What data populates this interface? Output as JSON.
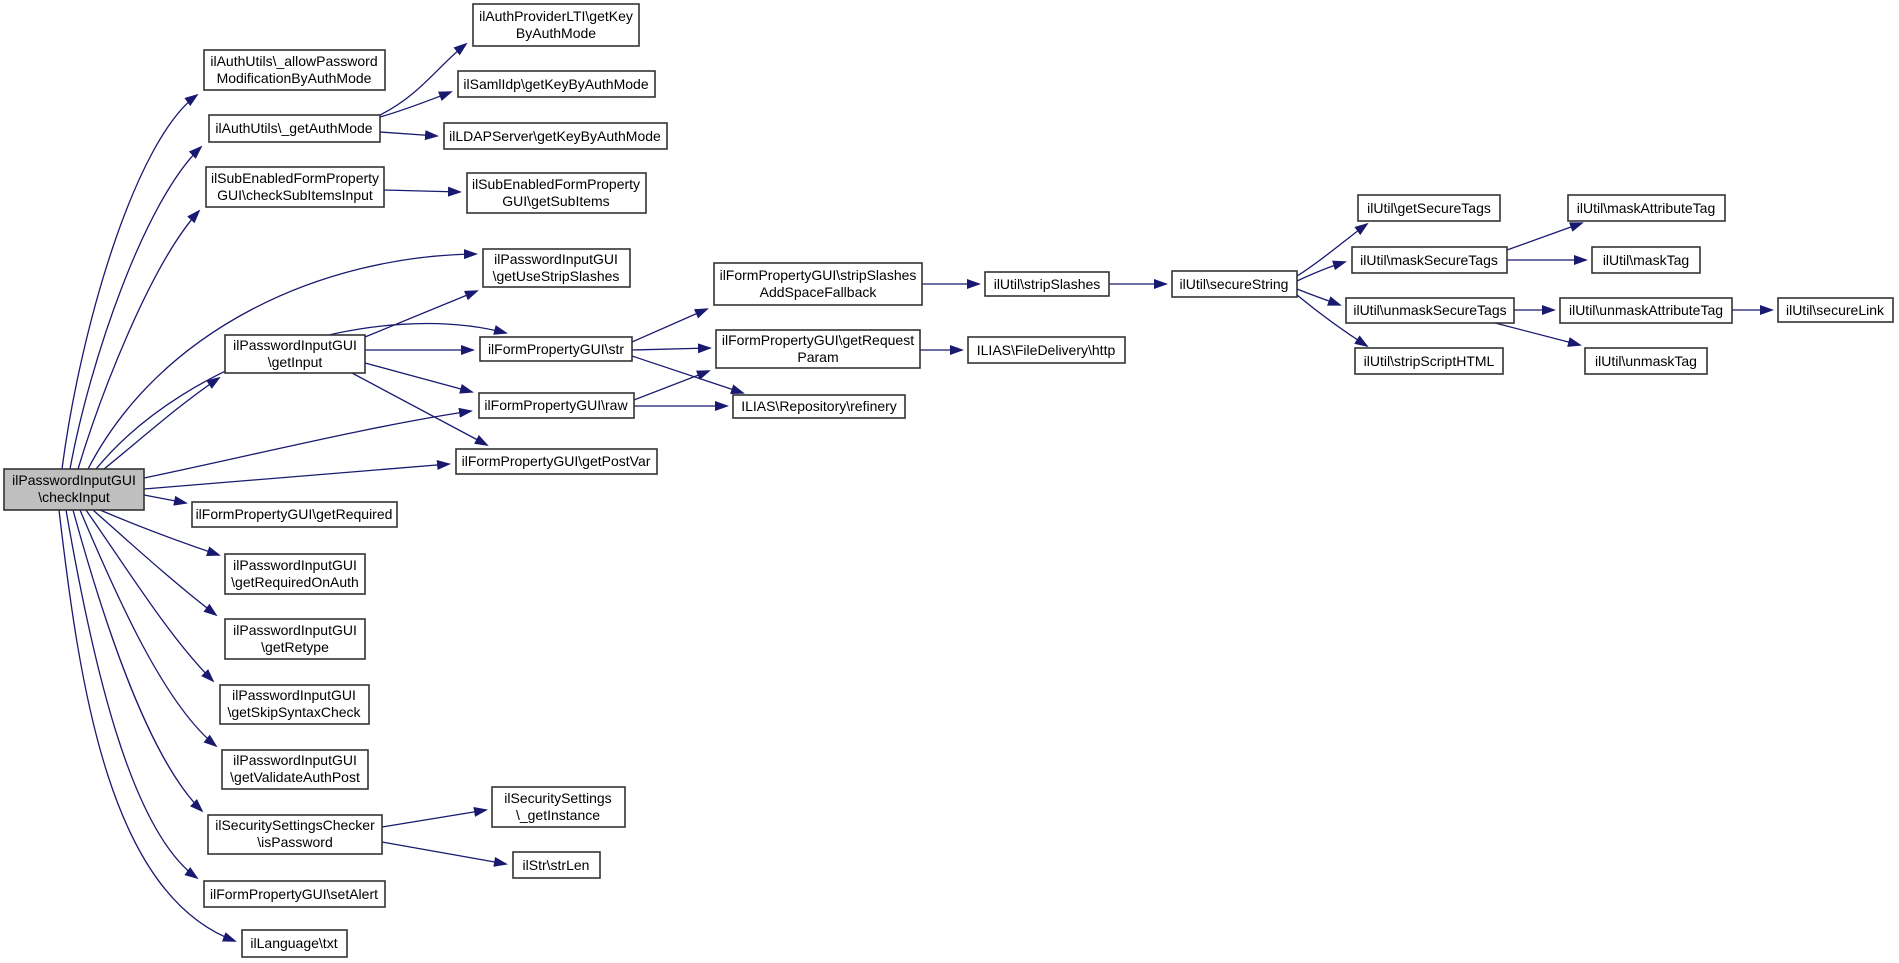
{
  "diagram": {
    "kind": "doxygen-call-graph",
    "root_id": "checkInput",
    "colors": {
      "background": "#ffffff",
      "edge": "#191970",
      "node_border": "#333333",
      "node_fill": "#ffffff",
      "root_node_fill": "#bfbfbf",
      "text": "#000000"
    },
    "nodes": {
      "checkInput": {
        "label": "ilPasswordInputGUI\\checkInput",
        "lines": [
          "ilPasswordInputGUI",
          "\\checkInput"
        ]
      },
      "allowPasswordModificationByAuthMode": {
        "label": "ilAuthUtils\\_allowPasswordModificationByAuthMode",
        "lines": [
          "ilAuthUtils\\_allowPassword",
          "ModificationByAuthMode"
        ]
      },
      "getAuthMode": {
        "label": "ilAuthUtils\\_getAuthMode",
        "lines": [
          "ilAuthUtils\\_getAuthMode"
        ]
      },
      "checkSubItemsInput": {
        "label": "ilSubEnabledFormPropertyGUI\\checkSubItemsInput",
        "lines": [
          "ilSubEnabledFormProperty",
          "GUI\\checkSubItemsInput"
        ]
      },
      "ltiGetKeyByAuthMode": {
        "label": "ilAuthProviderLTI\\getKeyByAuthMode",
        "lines": [
          "ilAuthProviderLTI\\getKey",
          "ByAuthMode"
        ]
      },
      "samlGetKeyByAuthMode": {
        "label": "ilSamlIdp\\getKeyByAuthMode",
        "lines": [
          "ilSamlIdp\\getKeyByAuthMode"
        ]
      },
      "ldapGetKeyByAuthMode": {
        "label": "ilLDAPServer\\getKeyByAuthMode",
        "lines": [
          "ilLDAPServer\\getKeyByAuthMode"
        ]
      },
      "getSubItems": {
        "label": "ilSubEnabledFormPropertyGUI\\getSubItems",
        "lines": [
          "ilSubEnabledFormProperty",
          "GUI\\getSubItems"
        ]
      },
      "getUseStripSlashes": {
        "label": "ilPasswordInputGUI\\getUseStripSlashes",
        "lines": [
          "ilPasswordInputGUI",
          "\\getUseStripSlashes"
        ]
      },
      "getInput": {
        "label": "ilPasswordInputGUI\\getInput",
        "lines": [
          "ilPasswordInputGUI",
          "\\getInput"
        ]
      },
      "str": {
        "label": "ilFormPropertyGUI\\str",
        "lines": [
          "ilFormPropertyGUI\\str"
        ]
      },
      "raw": {
        "label": "ilFormPropertyGUI\\raw",
        "lines": [
          "ilFormPropertyGUI\\raw"
        ]
      },
      "getPostVar": {
        "label": "ilFormPropertyGUI\\getPostVar",
        "lines": [
          "ilFormPropertyGUI\\getPostVar"
        ]
      },
      "getRequired": {
        "label": "ilFormPropertyGUI\\getRequired",
        "lines": [
          "ilFormPropertyGUI\\getRequired"
        ]
      },
      "getRequiredOnAuth": {
        "label": "ilPasswordInputGUI\\getRequiredOnAuth",
        "lines": [
          "ilPasswordInputGUI",
          "\\getRequiredOnAuth"
        ]
      },
      "getRetype": {
        "label": "ilPasswordInputGUI\\getRetype",
        "lines": [
          "ilPasswordInputGUI",
          "\\getRetype"
        ]
      },
      "getSkipSyntaxCheck": {
        "label": "ilPasswordInputGUI\\getSkipSyntaxCheck",
        "lines": [
          "ilPasswordInputGUI",
          "\\getSkipSyntaxCheck"
        ]
      },
      "getValidateAuthPost": {
        "label": "ilPasswordInputGUI\\getValidateAuthPost",
        "lines": [
          "ilPasswordInputGUI",
          "\\getValidateAuthPost"
        ]
      },
      "isPassword": {
        "label": "ilSecuritySettingsChecker\\isPassword",
        "lines": [
          "ilSecuritySettingsChecker",
          "\\isPassword"
        ]
      },
      "securitySettingsGetInstance": {
        "label": "ilSecuritySettings\\_getInstance",
        "lines": [
          "ilSecuritySettings",
          "\\_getInstance"
        ]
      },
      "strLen": {
        "label": "ilStr\\strLen",
        "lines": [
          "ilStr\\strLen"
        ]
      },
      "setAlert": {
        "label": "ilFormPropertyGUI\\setAlert",
        "lines": [
          "ilFormPropertyGUI\\setAlert"
        ]
      },
      "txt": {
        "label": "ilLanguage\\txt",
        "lines": [
          "ilLanguage\\txt"
        ]
      },
      "stripSlashesAddSpaceFallback": {
        "label": "ilFormPropertyGUI\\stripSlashesAddSpaceFallback",
        "lines": [
          "ilFormPropertyGUI\\stripSlashes",
          "AddSpaceFallback"
        ]
      },
      "getRequestParam": {
        "label": "ilFormPropertyGUI\\getRequestParam",
        "lines": [
          "ilFormPropertyGUI\\getRequest",
          "Param"
        ]
      },
      "refinery": {
        "label": "ILIAS\\Repository\\refinery",
        "lines": [
          "ILIAS\\Repository\\refinery"
        ]
      },
      "utilStripSlashes": {
        "label": "ilUtil\\stripSlashes",
        "lines": [
          "ilUtil\\stripSlashes"
        ]
      },
      "http": {
        "label": "ILIAS\\FileDelivery\\http",
        "lines": [
          "ILIAS\\FileDelivery\\http"
        ]
      },
      "secureString": {
        "label": "ilUtil\\secureString",
        "lines": [
          "ilUtil\\secureString"
        ]
      },
      "getSecureTags": {
        "label": "ilUtil\\getSecureTags",
        "lines": [
          "ilUtil\\getSecureTags"
        ]
      },
      "maskSecureTags": {
        "label": "ilUtil\\maskSecureTags",
        "lines": [
          "ilUtil\\maskSecureTags"
        ]
      },
      "unmaskSecureTags": {
        "label": "ilUtil\\unmaskSecureTags",
        "lines": [
          "ilUtil\\unmaskSecureTags"
        ]
      },
      "stripScriptHTML": {
        "label": "ilUtil\\stripScriptHTML",
        "lines": [
          "ilUtil\\stripScriptHTML"
        ]
      },
      "maskAttributeTag": {
        "label": "ilUtil\\maskAttributeTag",
        "lines": [
          "ilUtil\\maskAttributeTag"
        ]
      },
      "maskTag": {
        "label": "ilUtil\\maskTag",
        "lines": [
          "ilUtil\\maskTag"
        ]
      },
      "unmaskAttributeTag": {
        "label": "ilUtil\\unmaskAttributeTag",
        "lines": [
          "ilUtil\\unmaskAttributeTag"
        ]
      },
      "unmaskTag": {
        "label": "ilUtil\\unmaskTag",
        "lines": [
          "ilUtil\\unmaskTag"
        ]
      },
      "secureLink": {
        "label": "ilUtil\\secureLink",
        "lines": [
          "ilUtil\\secureLink"
        ]
      }
    },
    "edges": [
      {
        "from": "checkInput",
        "to": "allowPasswordModificationByAuthMode"
      },
      {
        "from": "checkInput",
        "to": "getAuthMode"
      },
      {
        "from": "checkInput",
        "to": "checkSubItemsInput"
      },
      {
        "from": "checkInput",
        "to": "getUseStripSlashes"
      },
      {
        "from": "checkInput",
        "to": "getInput"
      },
      {
        "from": "checkInput",
        "to": "str"
      },
      {
        "from": "checkInput",
        "to": "raw"
      },
      {
        "from": "checkInput",
        "to": "getPostVar"
      },
      {
        "from": "checkInput",
        "to": "getRequired"
      },
      {
        "from": "checkInput",
        "to": "getRequiredOnAuth"
      },
      {
        "from": "checkInput",
        "to": "getRetype"
      },
      {
        "from": "checkInput",
        "to": "getSkipSyntaxCheck"
      },
      {
        "from": "checkInput",
        "to": "getValidateAuthPost"
      },
      {
        "from": "checkInput",
        "to": "isPassword"
      },
      {
        "from": "checkInput",
        "to": "setAlert"
      },
      {
        "from": "checkInput",
        "to": "txt"
      },
      {
        "from": "getAuthMode",
        "to": "ltiGetKeyByAuthMode"
      },
      {
        "from": "getAuthMode",
        "to": "samlGetKeyByAuthMode"
      },
      {
        "from": "getAuthMode",
        "to": "ldapGetKeyByAuthMode"
      },
      {
        "from": "checkSubItemsInput",
        "to": "getSubItems"
      },
      {
        "from": "getInput",
        "to": "getUseStripSlashes"
      },
      {
        "from": "getInput",
        "to": "str"
      },
      {
        "from": "getInput",
        "to": "raw"
      },
      {
        "from": "getInput",
        "to": "getPostVar"
      },
      {
        "from": "str",
        "to": "stripSlashesAddSpaceFallback"
      },
      {
        "from": "str",
        "to": "getRequestParam"
      },
      {
        "from": "str",
        "to": "refinery"
      },
      {
        "from": "raw",
        "to": "getRequestParam"
      },
      {
        "from": "raw",
        "to": "refinery"
      },
      {
        "from": "stripSlashesAddSpaceFallback",
        "to": "utilStripSlashes"
      },
      {
        "from": "getRequestParam",
        "to": "http"
      },
      {
        "from": "utilStripSlashes",
        "to": "secureString"
      },
      {
        "from": "secureString",
        "to": "getSecureTags"
      },
      {
        "from": "secureString",
        "to": "maskSecureTags"
      },
      {
        "from": "secureString",
        "to": "unmaskSecureTags"
      },
      {
        "from": "secureString",
        "to": "stripScriptHTML"
      },
      {
        "from": "maskSecureTags",
        "to": "maskAttributeTag"
      },
      {
        "from": "maskSecureTags",
        "to": "maskTag"
      },
      {
        "from": "unmaskSecureTags",
        "to": "unmaskAttributeTag"
      },
      {
        "from": "unmaskSecureTags",
        "to": "unmaskTag"
      },
      {
        "from": "unmaskAttributeTag",
        "to": "secureLink"
      },
      {
        "from": "isPassword",
        "to": "securitySettingsGetInstance"
      },
      {
        "from": "isPassword",
        "to": "strLen"
      }
    ]
  }
}
